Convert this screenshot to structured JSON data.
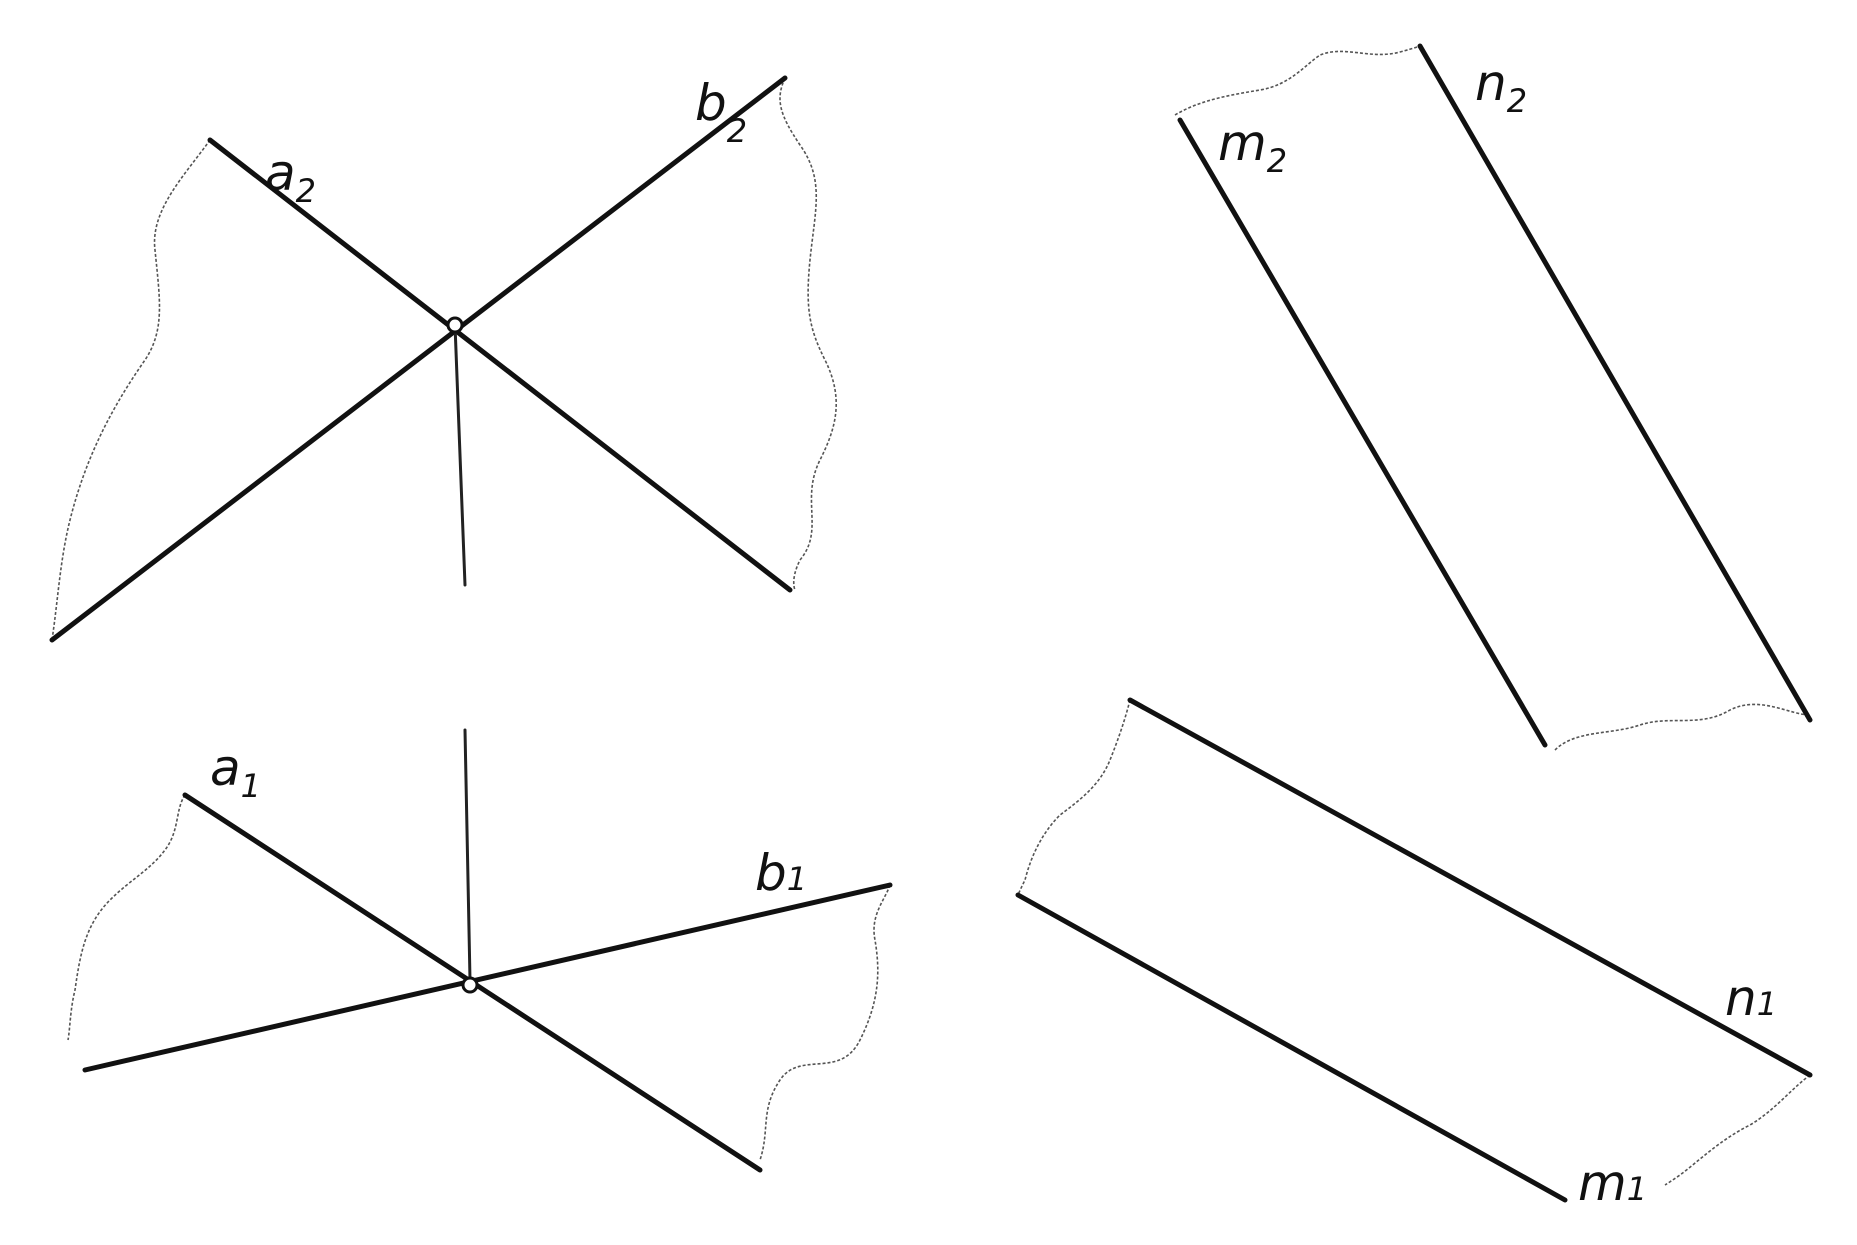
{
  "figure": {
    "left_diagram": {
      "frontal_projection": {
        "line_a": {
          "letter": "a",
          "index": "2"
        },
        "line_b": {
          "letter": "b",
          "index": "2"
        }
      },
      "horizontal_projection": {
        "line_a": {
          "letter": "a",
          "index": "1"
        },
        "line_b": {
          "letter": "b",
          "index": "1"
        }
      }
    },
    "right_diagram": {
      "frontal_projection": {
        "line_m": {
          "letter": "m",
          "index": "2"
        },
        "line_n": {
          "letter": "n",
          "index": "2"
        }
      },
      "horizontal_projection": {
        "line_m": {
          "letter": "m",
          "index": "1"
        },
        "line_n": {
          "letter": "n",
          "index": "1"
        }
      }
    }
  }
}
